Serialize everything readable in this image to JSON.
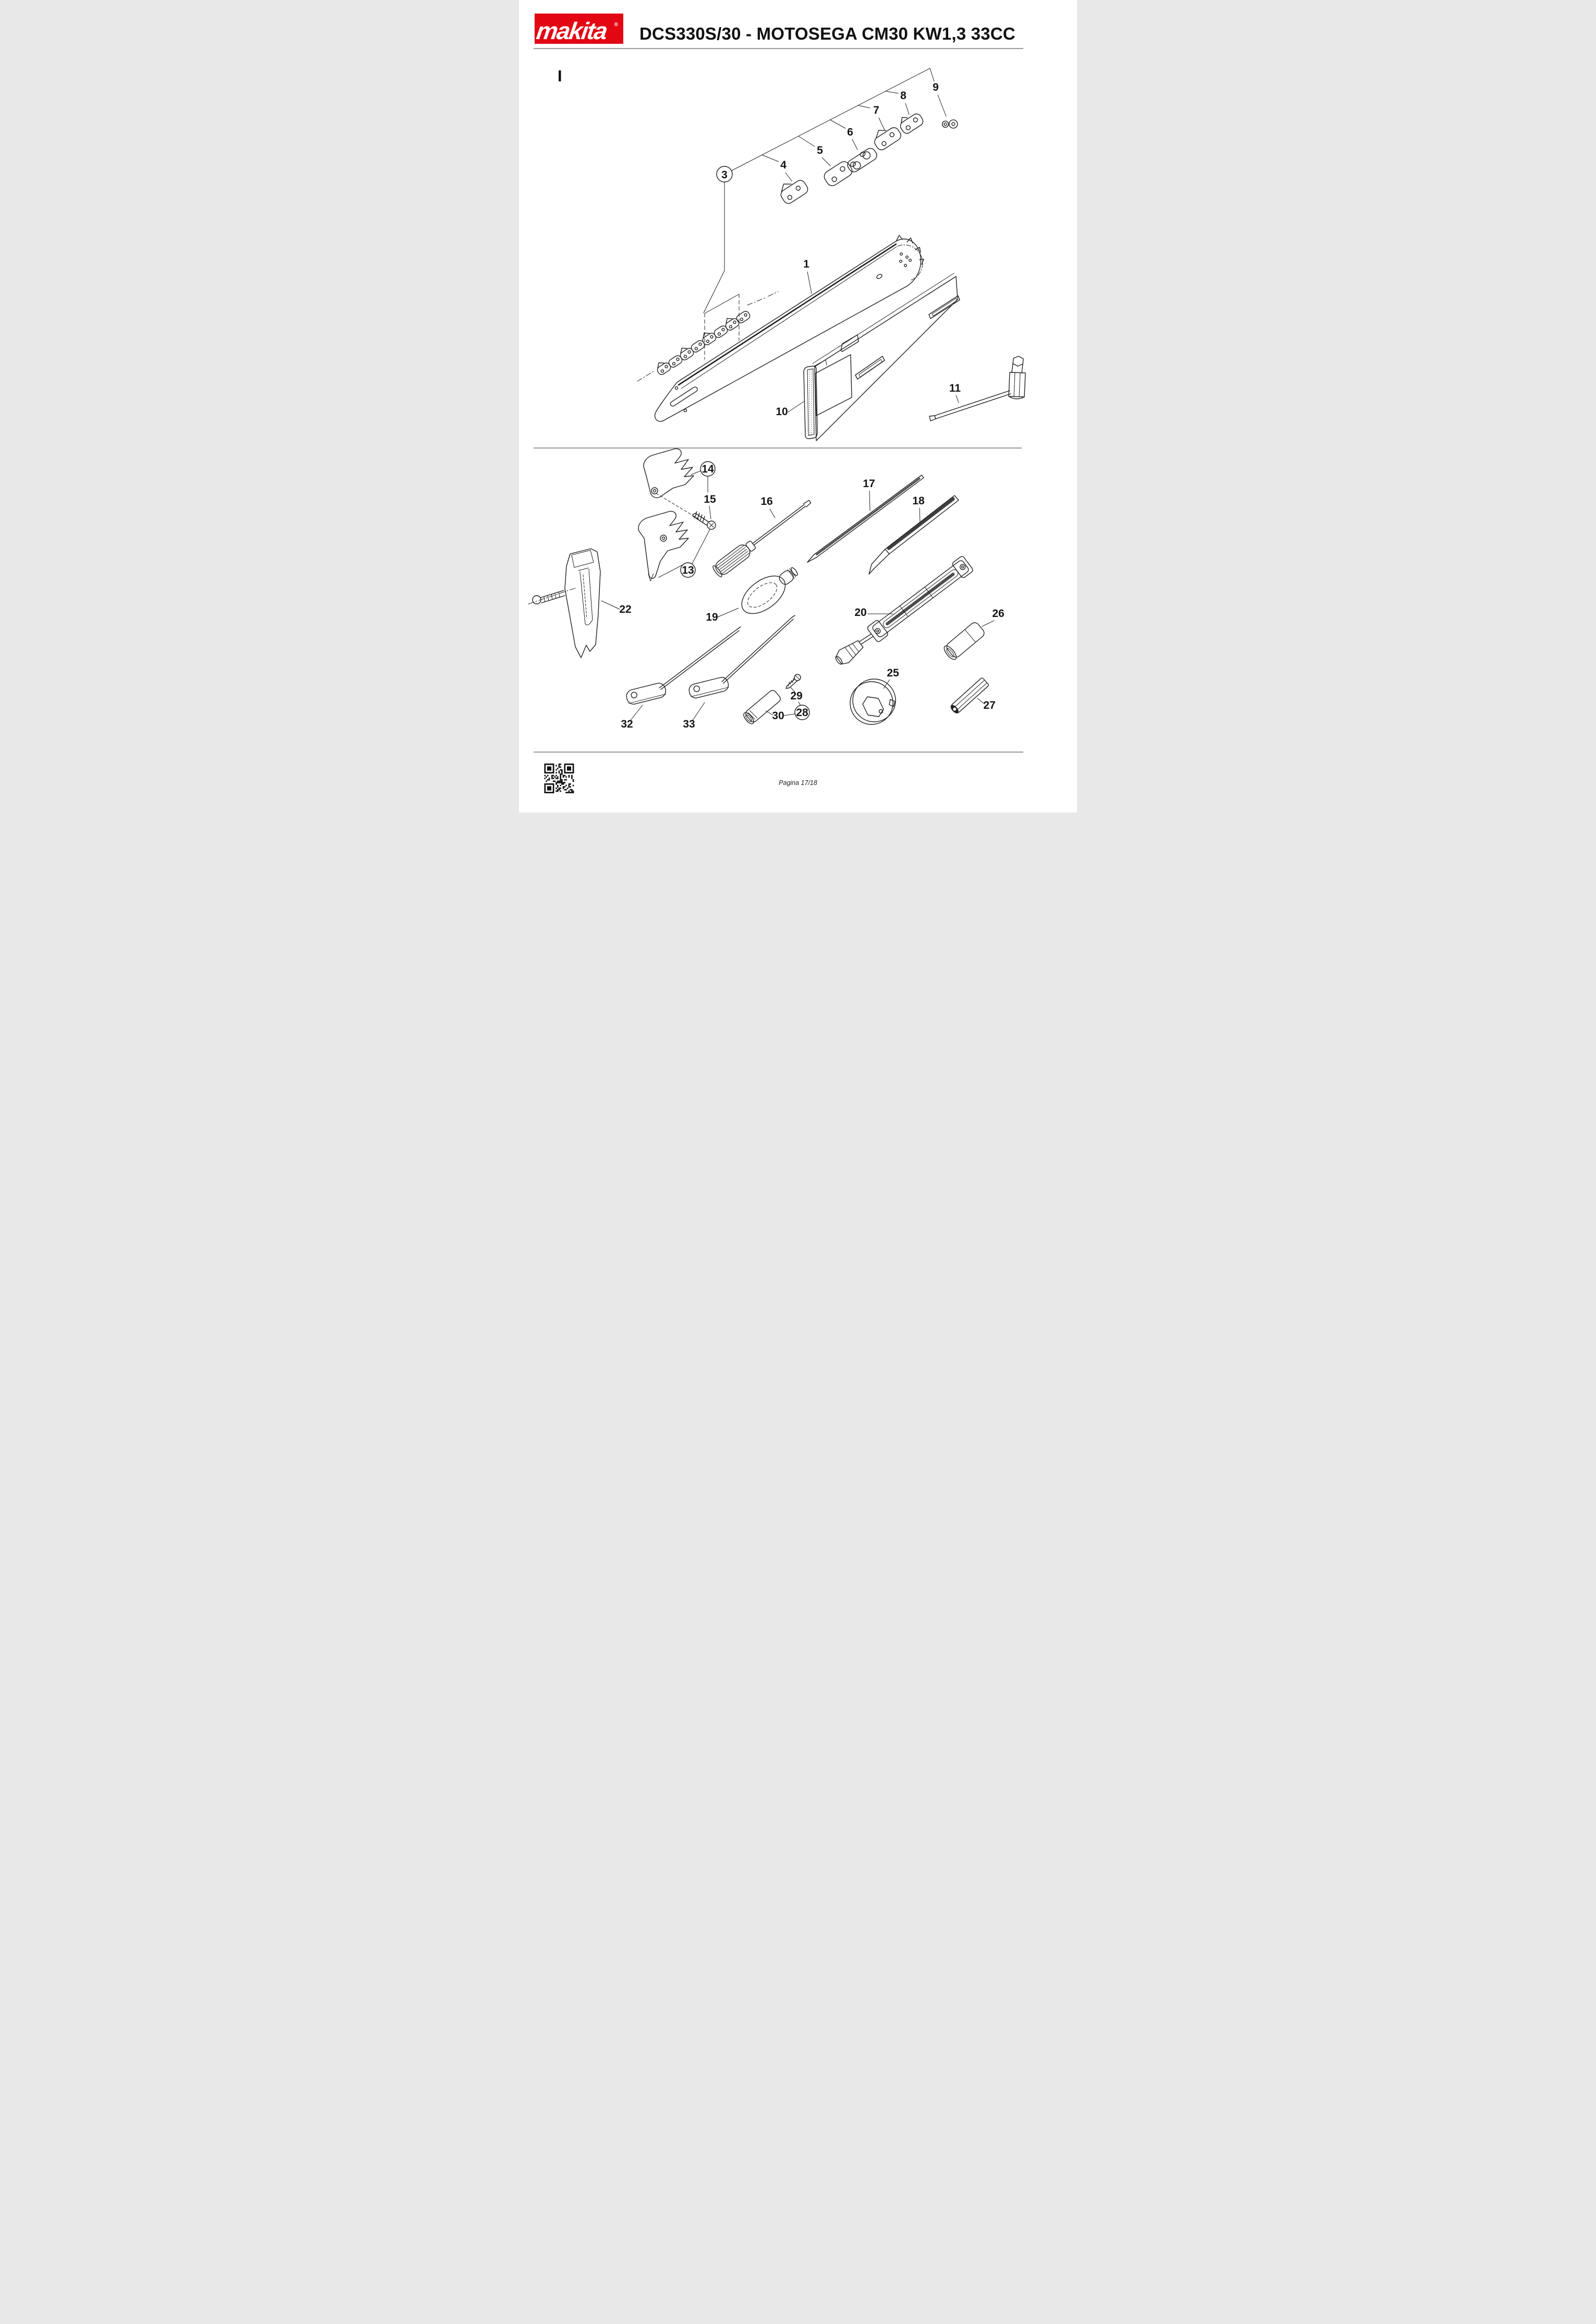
{
  "header": {
    "brand": "makita",
    "registered_mark": "®",
    "title": "DCS330S/30 - MOTOSEGA CM30 KW1,3 33CC"
  },
  "section_letter": "I",
  "colors": {
    "brand_red": "#e30613",
    "rule_gray": "#9b9b9b",
    "ink": "#1f1f1f"
  },
  "diagram": {
    "description": "exploded-parts-diagram chainsaw guide bar, chain links, cover and tool kit",
    "circled_parts": [
      "3",
      "13",
      "14",
      "28"
    ],
    "parts": [
      {
        "label": "1"
      },
      {
        "label": "3"
      },
      {
        "label": "4"
      },
      {
        "label": "5"
      },
      {
        "label": "6"
      },
      {
        "label": "7"
      },
      {
        "label": "8"
      },
      {
        "label": "9"
      },
      {
        "label": "10"
      },
      {
        "label": "11"
      },
      {
        "label": "13"
      },
      {
        "label": "14"
      },
      {
        "label": "15"
      },
      {
        "label": "16"
      },
      {
        "label": "17"
      },
      {
        "label": "18"
      },
      {
        "label": "19"
      },
      {
        "label": "20"
      },
      {
        "label": "22"
      },
      {
        "label": "25"
      },
      {
        "label": "26"
      },
      {
        "label": "27"
      },
      {
        "label": "28"
      },
      {
        "label": "29"
      },
      {
        "label": "30"
      },
      {
        "label": "32"
      },
      {
        "label": "33"
      }
    ]
  },
  "footer": {
    "page_label": "Pagina 17/18"
  }
}
